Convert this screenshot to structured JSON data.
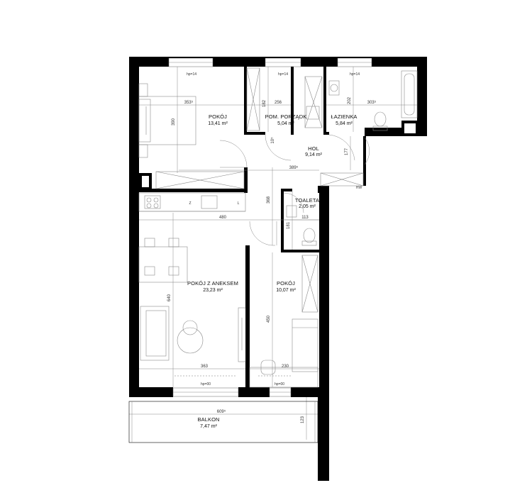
{
  "rooms": {
    "pokoj1": {
      "name": "POKÓJ",
      "area": "13,41 m²"
    },
    "pom": {
      "name": "POM. PORZĄDK",
      "area": "5,04 m²"
    },
    "lazienka": {
      "name": "ŁAZIENKA",
      "area": "5,84 m²"
    },
    "hol": {
      "name": "HOL",
      "area": "9,14 m²"
    },
    "toaleta": {
      "name": "TOALETA",
      "area": "2,05 m²"
    },
    "aneks": {
      "name": "POKÓJ Z ANEKSEM",
      "area": "23,23 m²"
    },
    "pokoj2": {
      "name": "POKÓJ",
      "area": "10,07 m²"
    },
    "balkon": {
      "name": "BALKON",
      "area": "7,47 m²"
    }
  },
  "dimensions": {
    "d353": "353⁵",
    "d390": "390",
    "d182": "182",
    "d256": "256",
    "d10": "10⁵",
    "d202": "202",
    "d303": "303⁵",
    "d177": "177",
    "d389": "389⁵",
    "d368": "368",
    "d480": "480",
    "d113": "113",
    "d181": "181",
    "d640": "640",
    "d450": "450",
    "d363": "363",
    "d230": "230",
    "d609": "609⁵",
    "d123": "123"
  },
  "sill_heights": {
    "h1": "hp=14",
    "h2": "hp=14",
    "h3": "hp=14",
    "h4": "hp=00",
    "h5": "hp=00"
  },
  "kitchen_marks": {
    "z": "Z",
    "l": "L"
  },
  "wall_marks": {
    "hw": "HW"
  }
}
